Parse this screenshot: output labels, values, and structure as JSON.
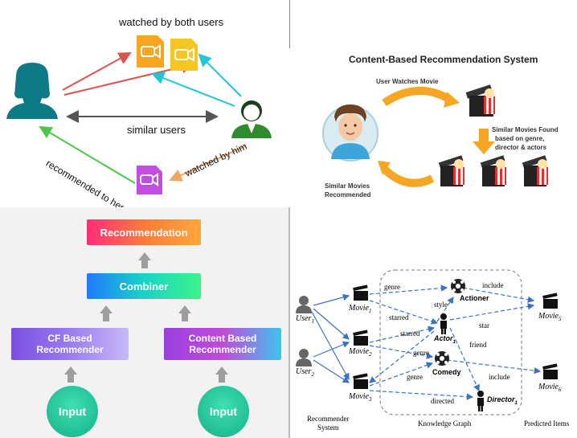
{
  "q1": {
    "watched_both": "watched by both users",
    "similar_users": "similar users",
    "recommended_her": "recommended to her",
    "watched_him": "watched by him"
  },
  "q2": {
    "title": "Content-Based Recommendation System",
    "user_watches": "User Watches Movie",
    "similar_found_1": "Similar Movies Found",
    "similar_found_2": "based on genre,",
    "similar_found_3": "director & actors",
    "similar_rec_1": "Similar Movies",
    "similar_rec_2": "Recommended"
  },
  "q3": {
    "recommendation": "Recommendation",
    "combiner": "Combiner",
    "cf_1": "CF Based",
    "cf_2": "Recommender",
    "content_1": "Content Based",
    "content_2": "Recommender",
    "input_left": "Input",
    "input_right": "Input"
  },
  "q4": {
    "user1": "User",
    "user1_sub": "1",
    "user2": "User",
    "user2_sub": "2",
    "movie1": "Movie",
    "movie1_sub": "1",
    "movie2": "Movie",
    "movie2_sub": "2",
    "movie3": "Movie",
    "movie3_sub": "3",
    "movie5": "Movie",
    "movie5_sub": "5",
    "movie6": "Movie",
    "movie6_sub": "6",
    "actioner": "Actioner",
    "comedy": "Comedy",
    "actor": "Actor",
    "actor_sub": "1",
    "director": "Director",
    "director_sub": "1",
    "genre1": "genre",
    "genre2": "genre",
    "genre3": "genre",
    "include1": "include",
    "include2": "include",
    "style": "style",
    "starred1": "starred",
    "starred2": "starred",
    "star": "star",
    "friend": "friend",
    "directed": "directed",
    "recsys_1": "Recommender",
    "recsys_2": "System",
    "kg": "Knowledge Graph",
    "predicted": "Predicted Items"
  }
}
